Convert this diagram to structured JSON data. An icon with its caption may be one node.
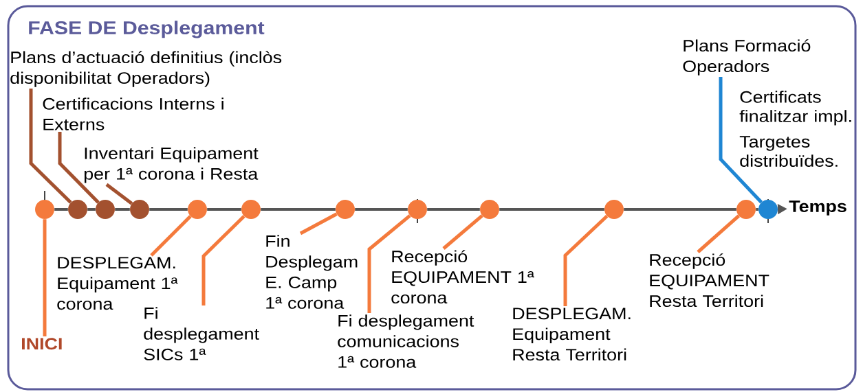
{
  "diagram": {
    "title": "FASE DE Desplegament",
    "nodes": [
      {
        "text": [
          "Plans d’actuació definitius (inclòs disponibilitat Operadors)"
        ]
      },
      {
        "text": [
          "Certificacions Interns i Externs"
        ]
      },
      {
        "text": [
          "Inventari Equipament per 1ª corona i Resta"
        ]
      },
      {
        "text": [
          "Plans Formació Operadors"
        ]
      },
      {
        "text": [
          "DESPLEGAM. Equipament 1ª corona"
        ]
      },
      {
        "text": [
          "Fi desplegament SICs 1ª"
        ]
      },
      {
        "text": [
          "Fin Desplegam E. Camp 1ª corona"
        ]
      },
      {
        "text": [
          "Fi desplegament comunicacions 1ª corona"
        ]
      },
      {
        "text": [
          "Recepció EQUIPAMENT 1ª corona"
        ]
      },
      {
        "text": [
          "DESPLEGAM. Equipament Resta Territori"
        ]
      },
      {
        "text": [
          "Recepció EQUIPAMENT Resta Territori"
        ]
      },
      {
        "text": [
          "INICI"
        ]
      },
      {
        "text": [],
        "shape": "circle"
      },
      {
        "text": [],
        "shape": "circle"
      },
      {
        "text": [],
        "shape": "circle"
      },
      {
        "text": [],
        "shape": "circle"
      },
      {
        "text": [],
        "shape": "circle"
      },
      {
        "text": [],
        "shape": "circle"
      },
      {
        "text": [],
        "shape": "circle"
      },
      {
        "text": [],
        "shape": "circle"
      },
      {
        "text": [],
        "shape": "circle"
      },
      {
        "text": [],
        "shape": "circle"
      },
      {
        "text": [],
        "shape": "circle"
      },
      {
        "text": [],
        "shape": "circle"
      },
      {
        "text": [
          "Temps"
        ]
      }
    ],
    "edges": [
      {
        "from": 11,
        "to": 12,
        "arrow": "none",
        "color": "#f47a3c"
      },
      {
        "from": 0,
        "to": 13,
        "arrow": "none",
        "color": "#a3512f"
      },
      {
        "from": 1,
        "to": 14,
        "arrow": "none",
        "color": "#a3512f"
      },
      {
        "from": 2,
        "to": 15,
        "arrow": "none",
        "color": "#a3512f"
      },
      {
        "from": 4,
        "to": 16,
        "arrow": "none",
        "color": "#f47a3c"
      },
      {
        "from": 5,
        "to": 17,
        "arrow": "none",
        "color": "#f47a3c"
      },
      {
        "from": 6,
        "to": 18,
        "arrow": "none",
        "color": "#f47a3c"
      },
      {
        "from": 7,
        "to": 19,
        "arrow": "none",
        "color": "#f47a3c"
      },
      {
        "from": 8,
        "to": 20,
        "arrow": "none",
        "color": "#f47a3c"
      },
      {
        "from": 9,
        "to": 21,
        "arrow": "none",
        "color": "#f47a3c"
      },
      {
        "from": 10,
        "to": 22,
        "arrow": "none",
        "color": "#f47a3c"
      },
      {
        "from": 3,
        "to": 23,
        "arrow": "none",
        "color": "#1f86d3"
      },
      {
        "from": 12,
        "to": 13,
        "arrow": "none"
      },
      {
        "from": 13,
        "to": 14,
        "arrow": "none"
      },
      {
        "from": 14,
        "to": 15,
        "arrow": "none"
      },
      {
        "from": 15,
        "to": 16,
        "arrow": "none"
      },
      {
        "from": 16,
        "to": 17,
        "arrow": "none"
      },
      {
        "from": 17,
        "to": 18,
        "arrow": "none"
      },
      {
        "from": 18,
        "to": 19,
        "arrow": "none"
      },
      {
        "from": 19,
        "to": 20,
        "arrow": "none"
      },
      {
        "from": 20,
        "to": 21,
        "arrow": "none"
      },
      {
        "from": 21,
        "to": 22,
        "arrow": "none"
      },
      {
        "from": 22,
        "to": 23,
        "arrow": "none"
      },
      {
        "from": 23,
        "to": 24,
        "arrow": "to"
      }
    ],
    "labels": [
      "Certificats finalitzar impl.",
      "Targetes distribuïdes."
    ]
  }
}
